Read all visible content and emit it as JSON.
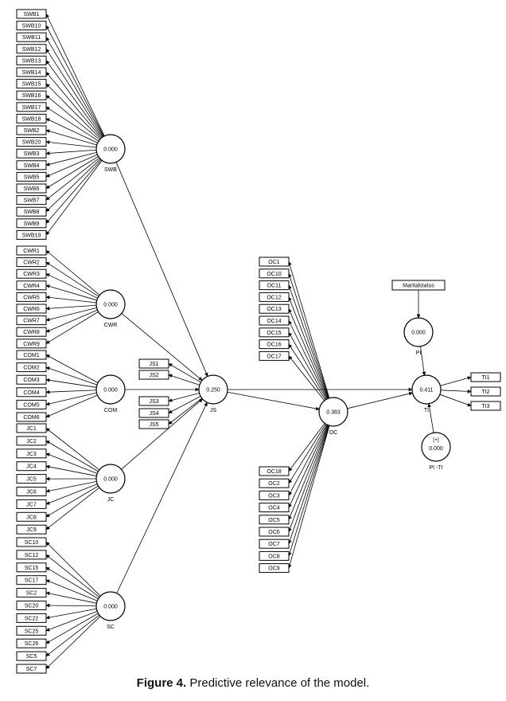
{
  "caption": {
    "label": "Figure 4.",
    "text": "Predictive relevance of the model."
  },
  "latent": {
    "SWB": {
      "name": "SWB",
      "value": "0.000"
    },
    "CWR": {
      "name": "CWR",
      "value": "0.000"
    },
    "COM": {
      "name": "COM",
      "value": "0.000"
    },
    "JC": {
      "name": "JC",
      "value": "0.000"
    },
    "SC": {
      "name": "SC",
      "value": "0.000"
    },
    "JS": {
      "name": "JS",
      "value": "0.250"
    },
    "OC": {
      "name": "OC",
      "value": "0.383"
    },
    "PI": {
      "name": "PI",
      "value": "0.000"
    },
    "TI": {
      "name": "TI",
      "value": "0.411"
    },
    "PITI": {
      "name": "PI -TI",
      "value": "0.000"
    }
  },
  "indicators": {
    "SWB": [
      "SWB1",
      "SWB10",
      "SWB11",
      "SWB12",
      "SWB13",
      "SWB14",
      "SWB15",
      "SWB16",
      "SWB17",
      "SWB18",
      "SWB2",
      "SWB20",
      "SWB3",
      "SWB4",
      "SWB5",
      "SWB6",
      "SWB7",
      "SWB8",
      "SWB9",
      "SWB19"
    ],
    "CWR": [
      "CWR1",
      "CWR2",
      "CWR3",
      "CWR4",
      "CWR5",
      "CWR6",
      "CWR7",
      "CWR8",
      "CWR9"
    ],
    "COM": [
      "COM1",
      "COM2",
      "COM3",
      "COM4",
      "COM5",
      "COM6"
    ],
    "JC": [
      "JC1",
      "JC2",
      "JC3",
      "JC4",
      "JC5",
      "JC6",
      "JC7",
      "JC8",
      "JC9"
    ],
    "SC": [
      "SC10",
      "SC12",
      "SC15",
      "SC17",
      "SC2",
      "SC20",
      "SC22",
      "SC25",
      "SC26",
      "SC5",
      "SC7"
    ],
    "JS": [
      "JS1",
      "JS2",
      "JS3",
      "JS4",
      "JS5"
    ],
    "OC_top": [
      "OC1",
      "OC10",
      "OC11",
      "OC12",
      "OC13",
      "OC14",
      "OC15",
      "OC16",
      "OC17"
    ],
    "OC_bottom": [
      "OC18",
      "OC2",
      "OC3",
      "OC4",
      "OC5",
      "OC6",
      "OC7",
      "OC8",
      "OC9"
    ],
    "TI": [
      "TI1",
      "TI2",
      "TI3"
    ],
    "PI": [
      "Maritalstatus"
    ]
  },
  "moderator_symbol": "[+]"
}
